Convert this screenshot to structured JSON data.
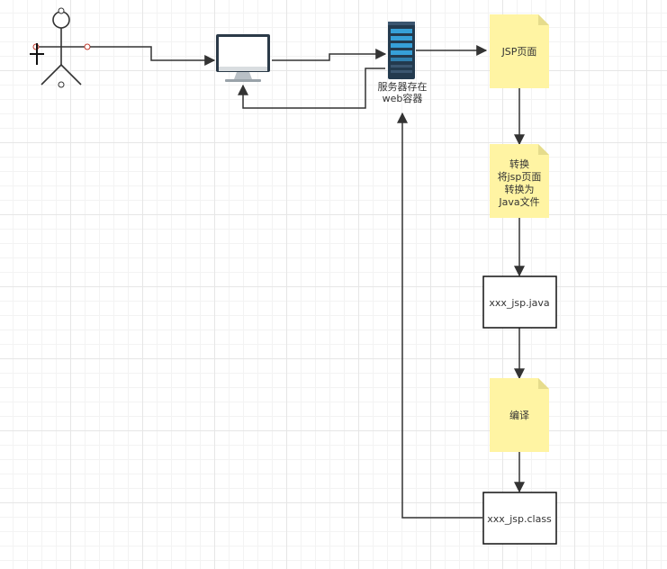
{
  "nodes": {
    "server_label_line1": "服务器存在",
    "server_label_line2": "web容器",
    "jsp_page": "JSP页面",
    "convert_line1": "转换",
    "convert_line2": "将jsp页面",
    "convert_line3": "转换为",
    "convert_line4": "Java文件",
    "java_file": "xxx_jsp.java",
    "compile": "编译",
    "class_file": "xxx_jsp.class"
  },
  "colors": {
    "note_fill": "#fff4a3",
    "edge": "#333333",
    "server_dark": "#233a4e",
    "server_screen": "#36a0d8"
  }
}
